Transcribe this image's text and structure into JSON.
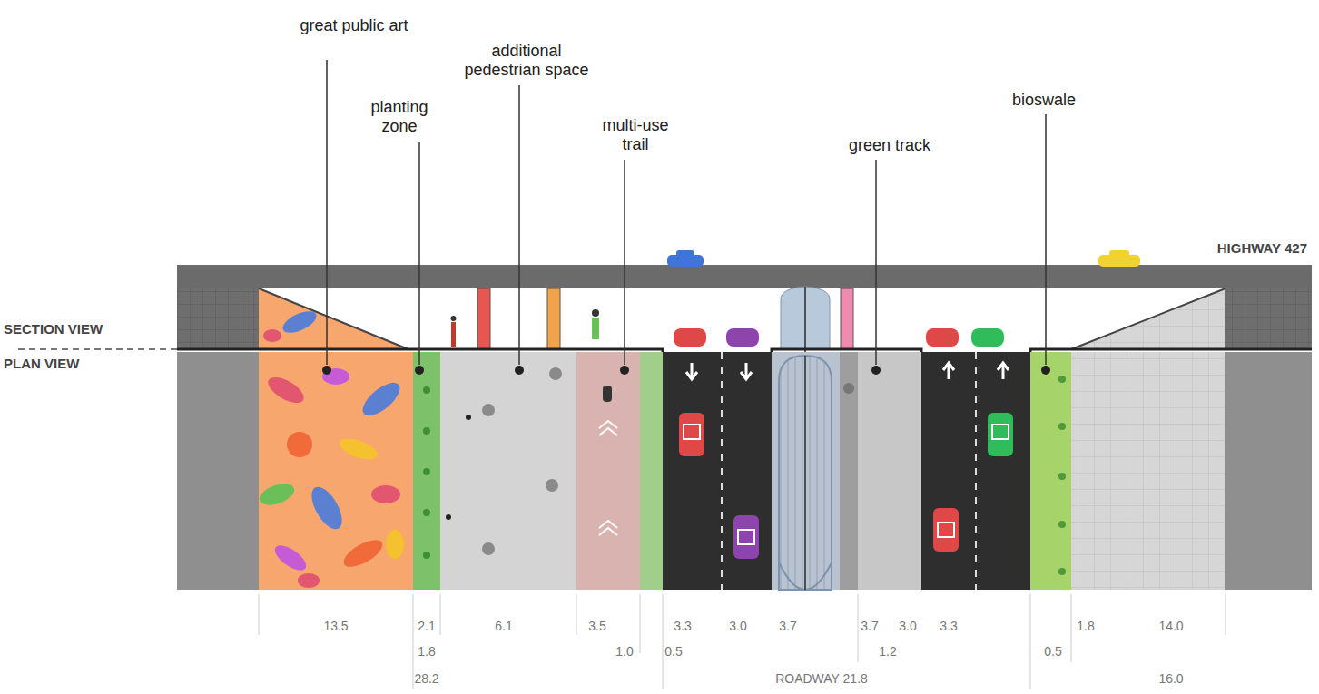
{
  "diagram": {
    "labels": [
      "great public art",
      "additional pedestrian space",
      "planting zone",
      "multi-use trail",
      "green track",
      "bioswale",
      "HIGHWAY 427",
      "SECTION VIEW",
      "PLAN VIEW",
      "13.5",
      "2.1",
      "6.1",
      "3.5",
      "3.3",
      "3.0",
      "3.7",
      "3.7",
      "3.0",
      "3.3",
      "1.8",
      "14.0",
      "1.8",
      "1.0",
      "0.5",
      "1.2",
      "0.5",
      "28.2",
      "ROADWAY 21.8",
      "16.0"
    ]
  }
}
